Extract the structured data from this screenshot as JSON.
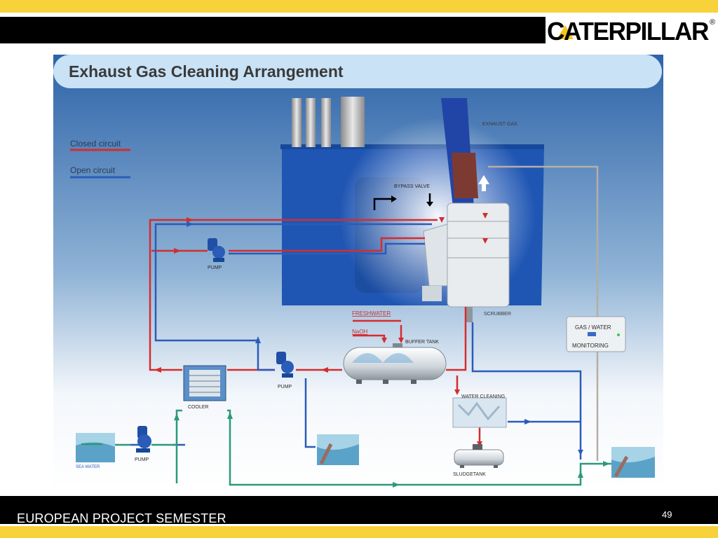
{
  "slide": {
    "brand": "CATERPILLAR",
    "brand_mark": "®",
    "footer": "EUROPEAN PROJECT SEMESTER",
    "page_number": "49"
  },
  "diagram": {
    "title": "Exhaust Gas Cleaning Arrangement",
    "legend": [
      {
        "label": "Closed circuit",
        "color": "#d42d2d"
      },
      {
        "label": "Open circuit",
        "color": "#2a5cb8"
      }
    ],
    "labels": {
      "exhaust_gas": "EXHAUST GAS",
      "bypass_valve": "BYPASS VALVE",
      "pump_upper": "PUMP",
      "scrubber": "SCRUBBER",
      "freshwater": "FRESHWATER",
      "naoh": "NaOH",
      "buffer_tank": "BUFFER TANK",
      "gas_water_line1": "GAS / WATER",
      "gas_water_line2": "MONITORING",
      "cooler": "COOLER",
      "pump_middle": "PUMP",
      "water_cleaning": "WATER CLEANING",
      "sea_water": "SEA WATER",
      "pump_lower": "PUMP",
      "sludge_tank": "SLUDGETANK"
    },
    "colors": {
      "closed": "#d42d2d",
      "open": "#2a5cb8",
      "sea": "#2a9a7a",
      "monitor": "#b5aea4"
    }
  }
}
